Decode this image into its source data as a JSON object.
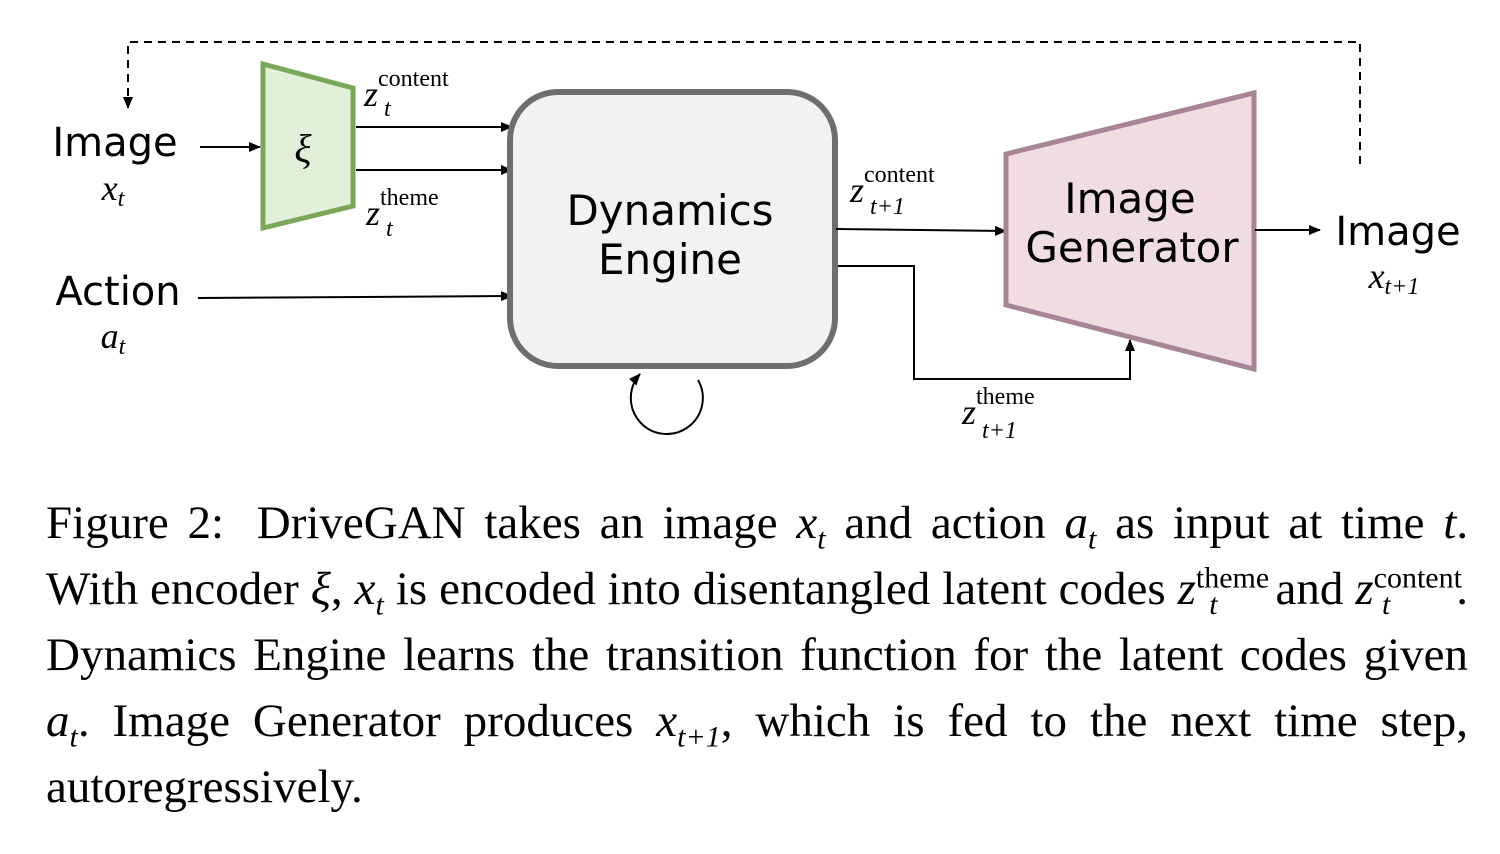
{
  "diagram": {
    "input_image": {
      "label": "Image",
      "symbol": "x",
      "sub": "t"
    },
    "input_action": {
      "label": "Action",
      "symbol": "a",
      "sub": "t"
    },
    "encoder": {
      "symbol": "ξ",
      "fill": "#e2efd9",
      "stroke": "#7aa75a"
    },
    "z_content_t": {
      "symbol": "z",
      "sub": "t",
      "sup": "content"
    },
    "z_theme_t": {
      "symbol": "z",
      "sub": "t",
      "sup": "theme"
    },
    "dynamics_engine": {
      "line1": "Dynamics",
      "line2": "Engine",
      "fill": "#f2f2f2",
      "stroke": "#6e6e6e"
    },
    "z_content_t1": {
      "symbol": "z",
      "sub": "t+1",
      "sup": "content"
    },
    "z_theme_t1": {
      "symbol": "z",
      "sub": "t+1",
      "sup": "theme"
    },
    "image_generator": {
      "line1": "Image",
      "line2": "Generator",
      "fill": "#f0dde1",
      "stroke": "#a88497"
    },
    "output_image": {
      "label": "Image",
      "symbol": "x",
      "sub": "t+1"
    }
  },
  "caption": {
    "figure_label": "Figure 2:",
    "s1_a": "DriveGAN takes an image",
    "x": "x",
    "t": "t",
    "a": "a",
    "s1_b": "and action",
    "s1_c": "as input at time",
    "s2_a": ". With encoder",
    "xi": "ξ",
    "s2_b": "is encoded into disentangled latent codes",
    "z": "z",
    "theme": "theme",
    "content": "content",
    "and": "and",
    "s3": ". Dynamics Engine learns the transition function for the latent codes given",
    "s4": ". Image Generator produces",
    "t1": "t+1",
    "s5": ", which is fed to the next time step, autoregressively."
  }
}
